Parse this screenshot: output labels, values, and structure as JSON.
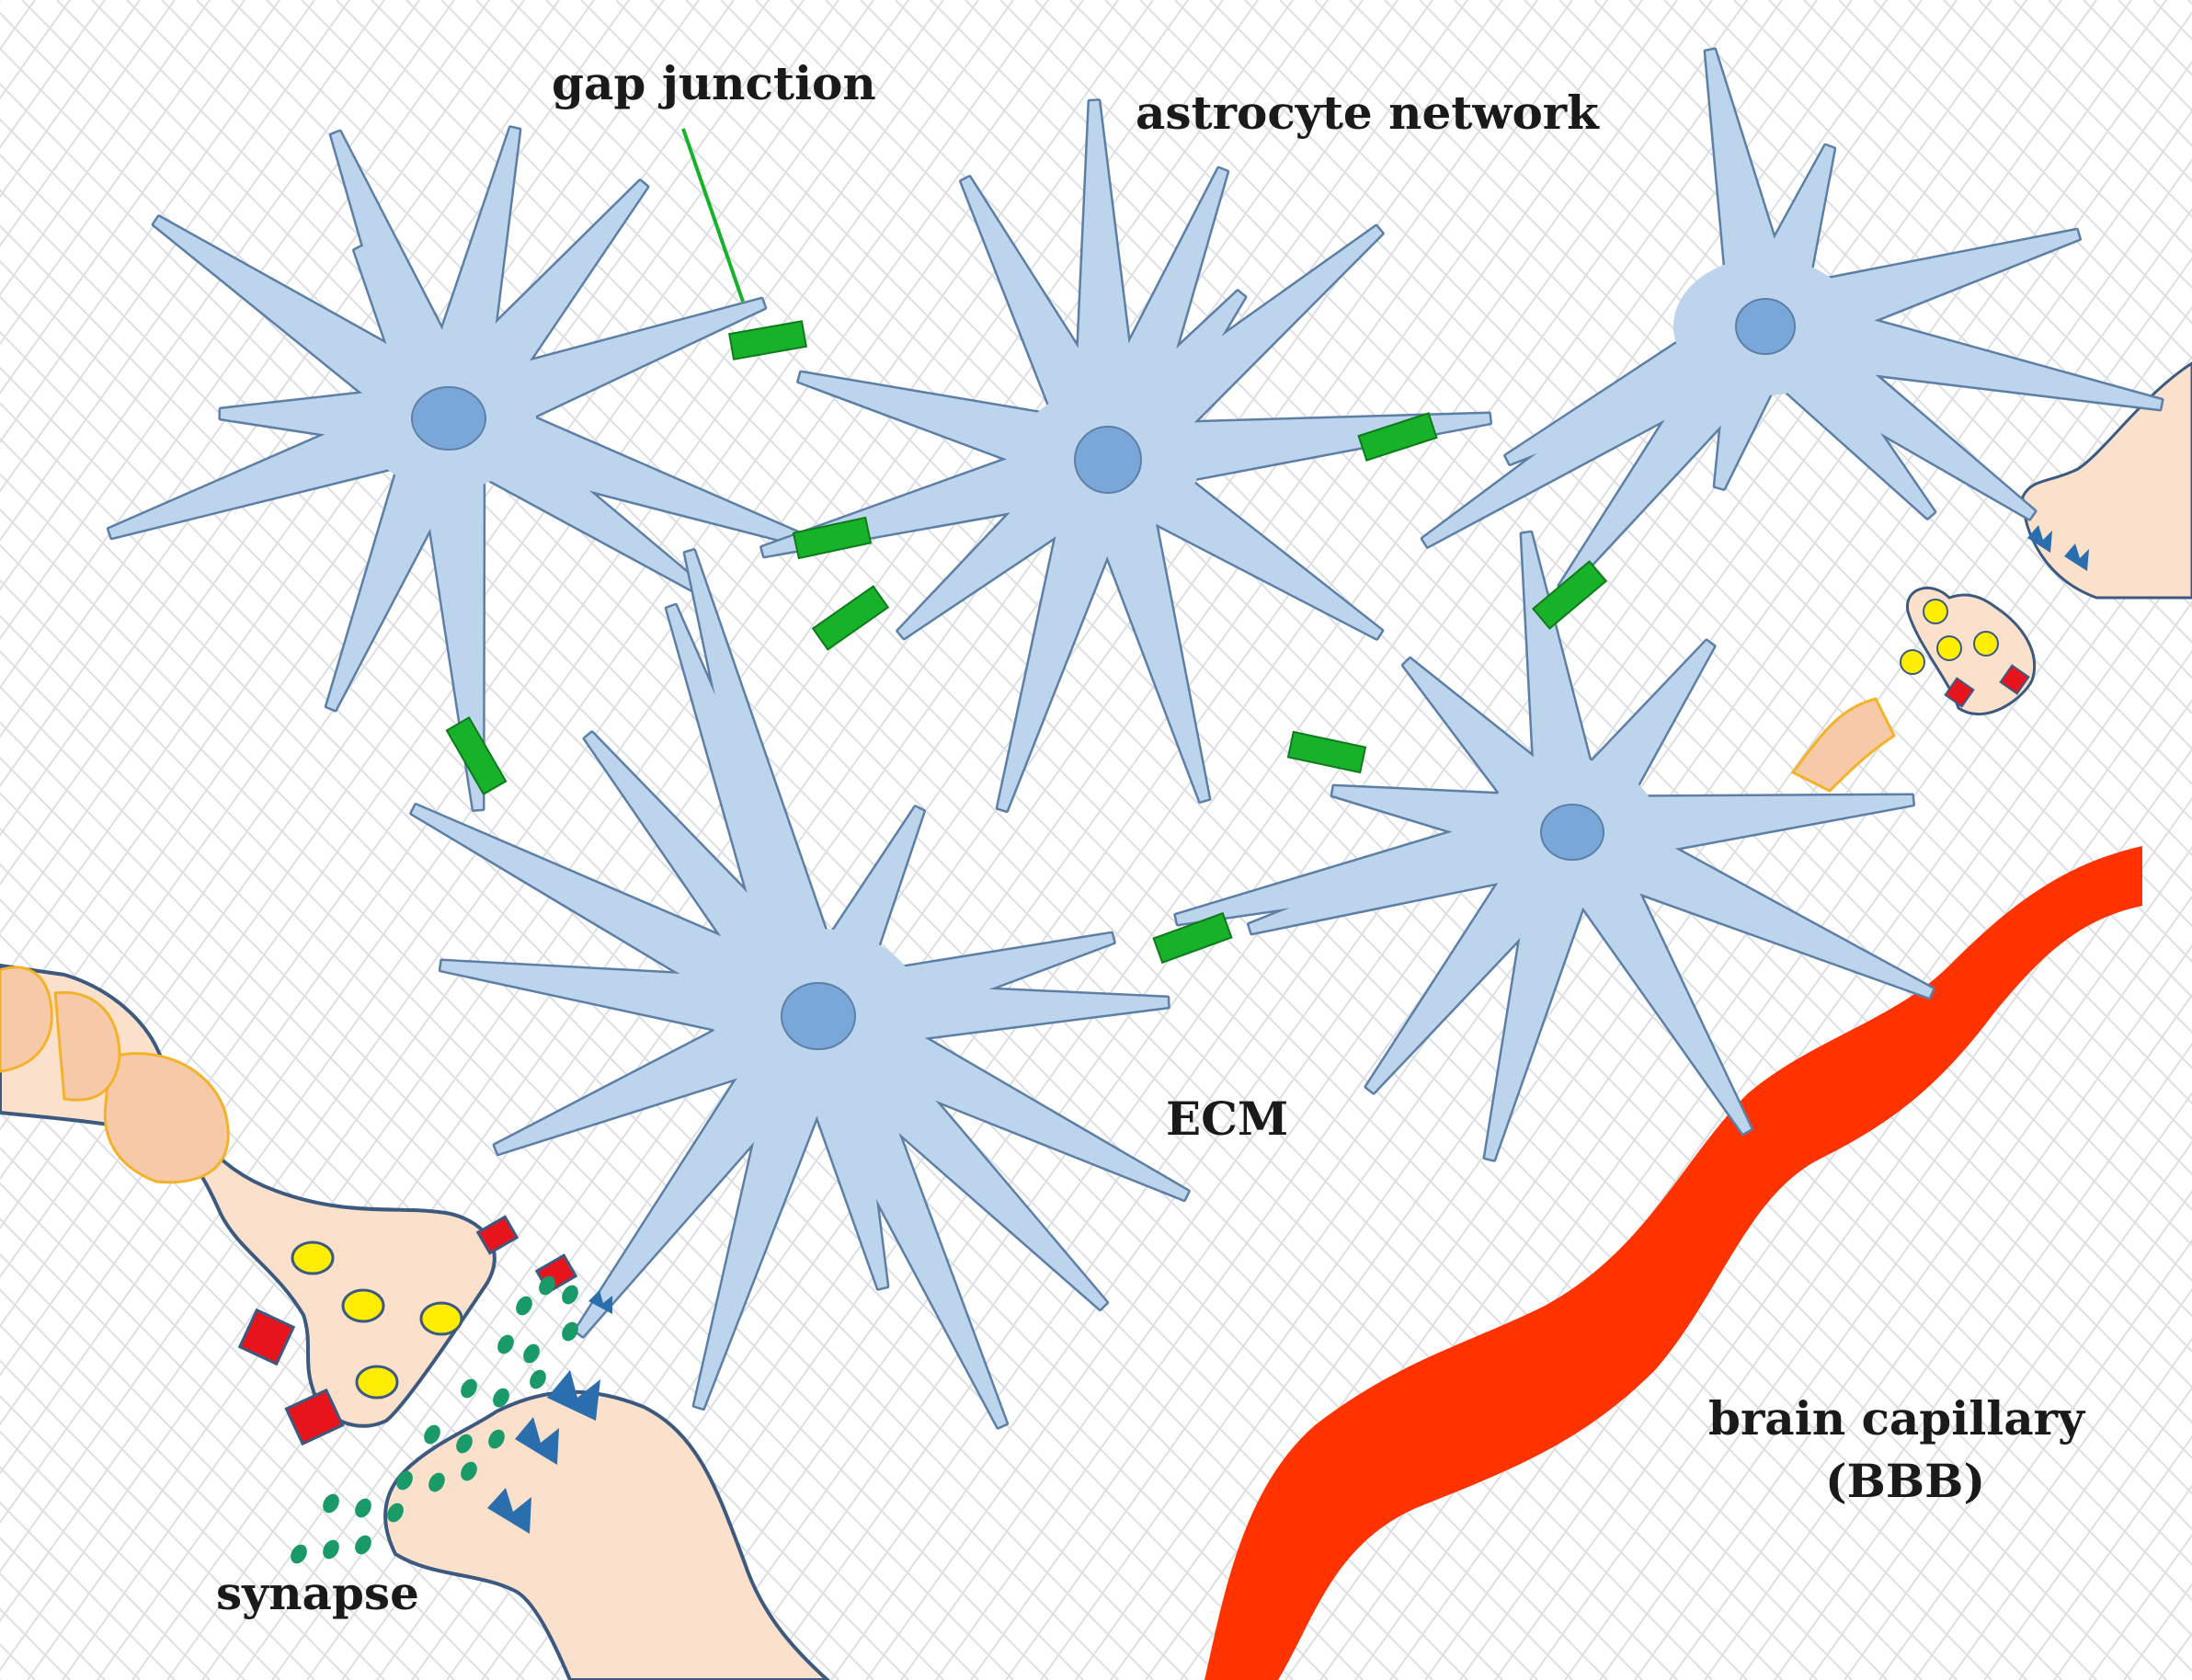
{
  "labels": {
    "gap_junction": "gap junction",
    "astrocyte_network": "astrocyte network",
    "ecm": "ECM",
    "synapse": "synapse",
    "capillary_line1": "brain capillary",
    "capillary_line2": "(BBB)"
  },
  "colors": {
    "astrocyte_fill": "#bcd4ec",
    "astrocyte_stroke": "#5d7fa6",
    "nucleus": "#7aa7d9",
    "gap_junction": "#17b22a",
    "capillary": "#ff3300",
    "neuron_fill": "#fbe0cc",
    "neuron_stroke": "#3c5a7f",
    "myelin": "#f6caa8",
    "myelin_stroke": "#f3b22a",
    "vesicle": "#ffee00",
    "receptor_red": "#e8141c",
    "receptor_blue": "#2a6eae",
    "neurotransmitter": "#1a9a68",
    "ecm_grid": "#dcdfe3"
  }
}
